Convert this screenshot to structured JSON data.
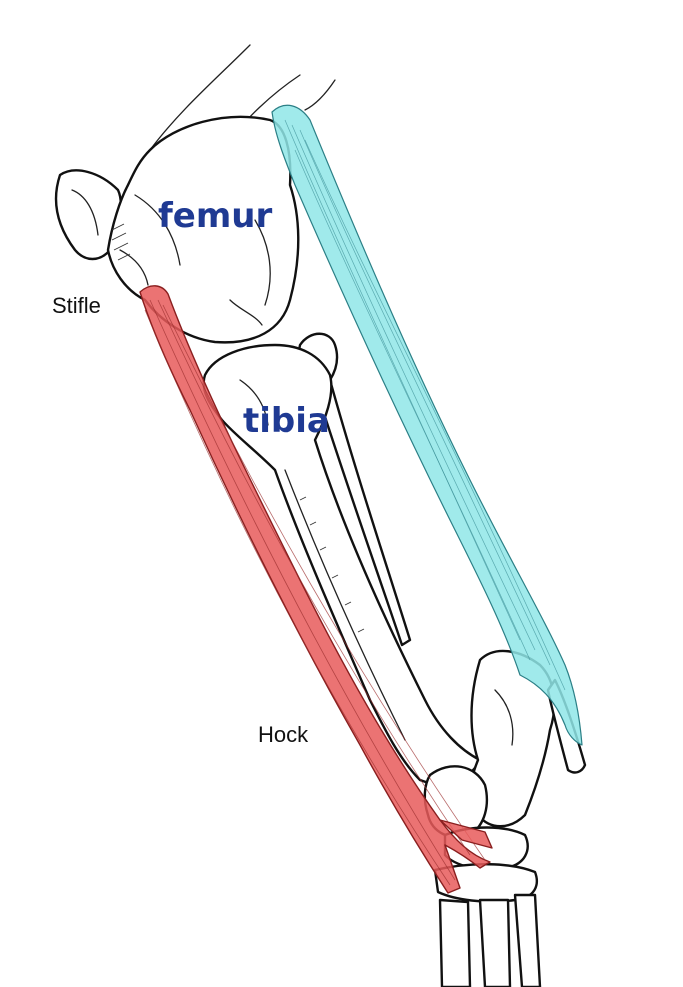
{
  "labels": {
    "femur": "femur",
    "tibia": "tibia",
    "stifle": "Stifle",
    "hock": "Hock"
  },
  "colors": {
    "bone_label": "#1f3a93",
    "joint_label": "#111111",
    "red_muscle": "#e85b5b",
    "cyan_muscle": "#8fe6e8",
    "outline": "#111111",
    "background": "#ffffff"
  }
}
